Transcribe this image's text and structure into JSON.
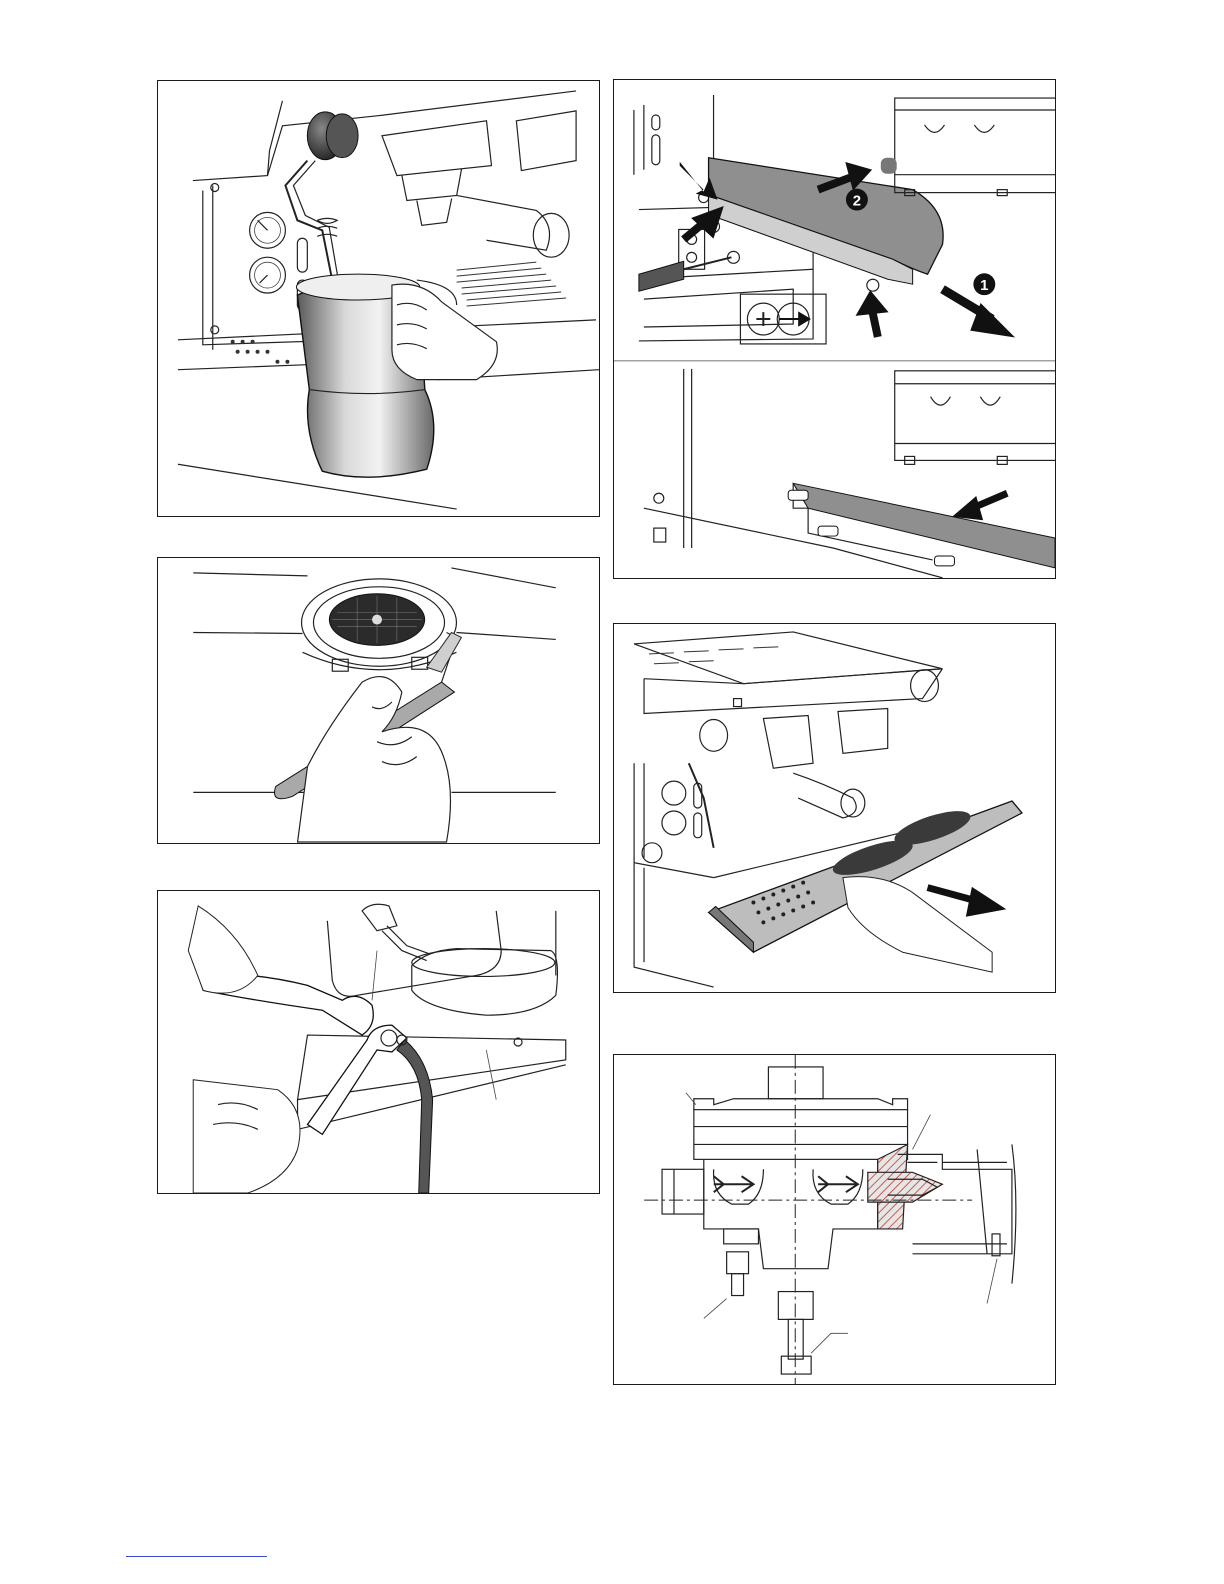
{
  "figures": [
    {
      "id": "fig-steam-wand-jug",
      "callouts": []
    },
    {
      "id": "fig-filter-holder-brush",
      "callouts": []
    },
    {
      "id": "fig-wrench-fitting",
      "callouts": []
    },
    {
      "id": "fig-panel-removal",
      "callouts": [
        "1",
        "2"
      ]
    },
    {
      "id": "fig-drip-tray-removal",
      "callouts": []
    },
    {
      "id": "fig-valve-section",
      "callouts": []
    }
  ],
  "colors": {
    "line": "#222222",
    "shade": "#8a8a8a",
    "footer_rule": "#3b4bd6"
  }
}
